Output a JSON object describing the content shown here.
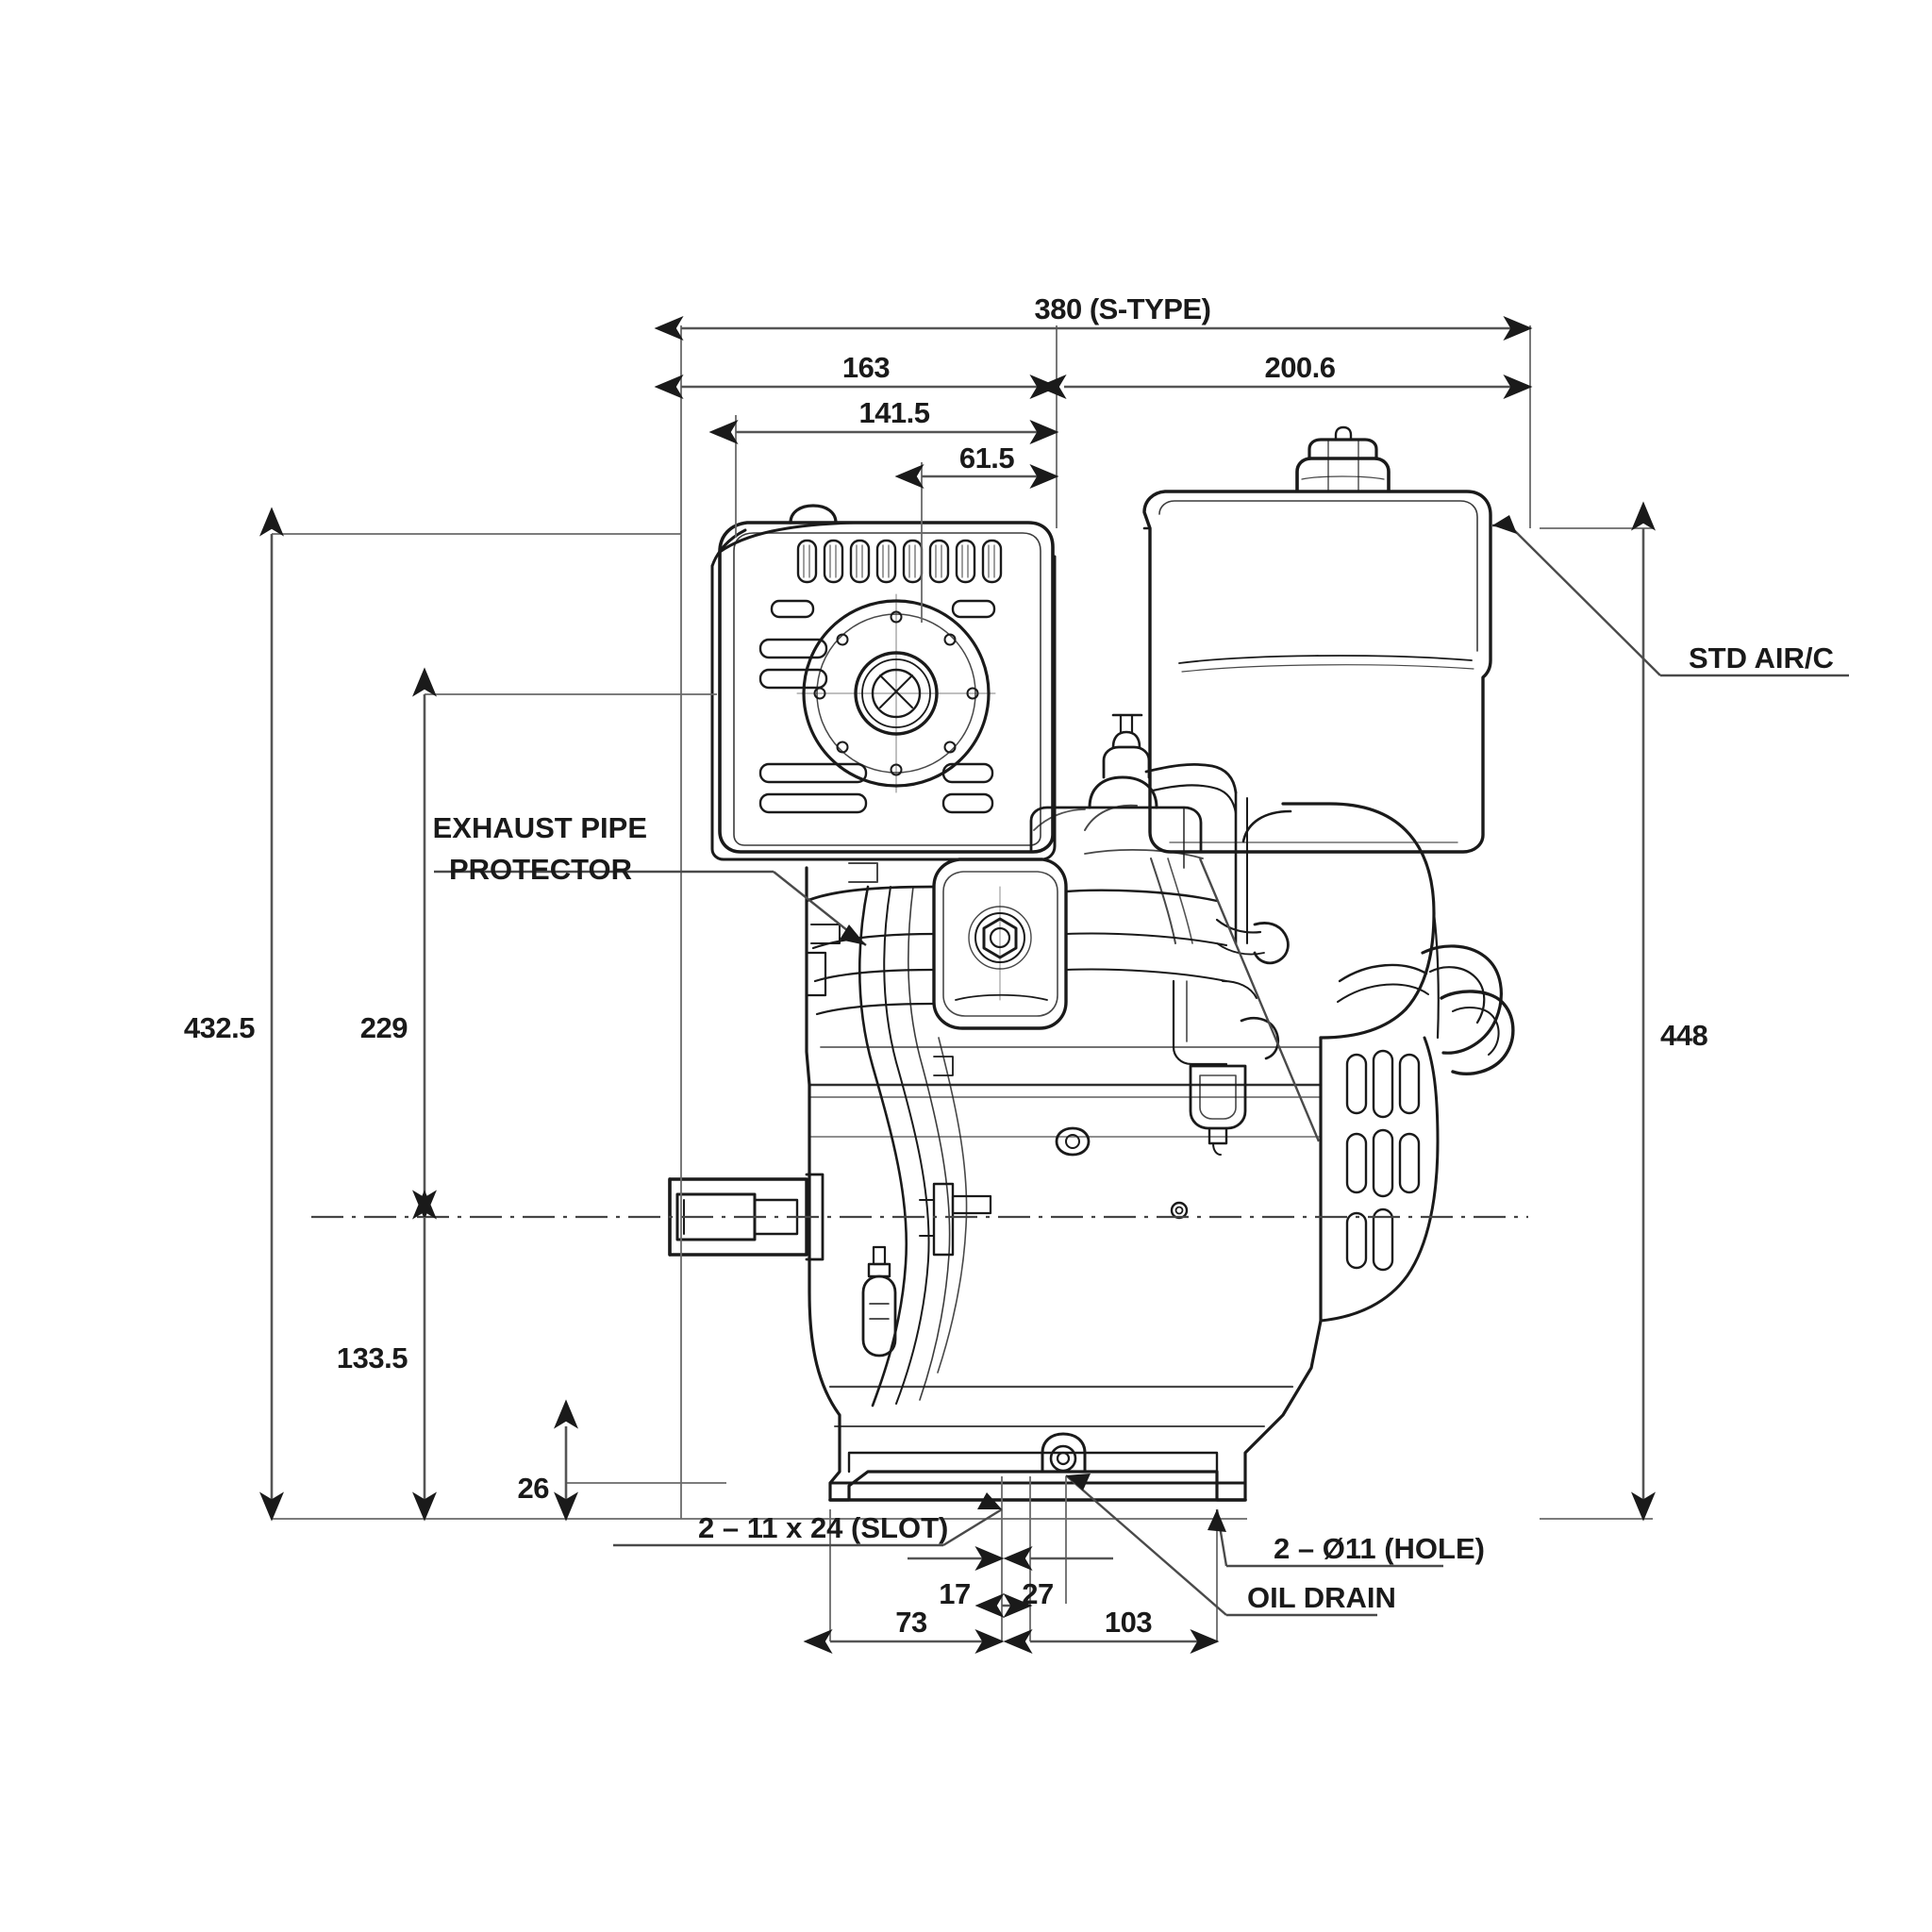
{
  "drawing": {
    "title_note": "380 (S-TYPE)",
    "subject": "engine-outline-dimension-drawing",
    "colors": {
      "line": "#1a1a1a",
      "dim_line": "#555555",
      "background": "#ffffff"
    }
  },
  "dimensions": {
    "overall_width": "380 (S-TYPE)",
    "left_width": "163",
    "right_width": "200.6",
    "cover_width": "141.5",
    "shaft_offset": "61.5",
    "overall_height_left": "432.5",
    "upper_height": "229",
    "lower_height": "133.5",
    "base_height": "26",
    "overall_height_right": "448",
    "slot_to_center_a": "17",
    "center_gap": "27",
    "base_left": "73",
    "base_right": "103"
  },
  "callouts": {
    "exhaust_pipe_protector_line1": "EXHAUST PIPE",
    "exhaust_pipe_protector_line2": "PROTECTOR",
    "std_air_cleaner": "STD AIR/C",
    "slot_note": "2 – 11 x 24 (SLOT)",
    "hole_note": "2 – Ø11 (HOLE)",
    "oil_drain": "OIL DRAIN"
  }
}
